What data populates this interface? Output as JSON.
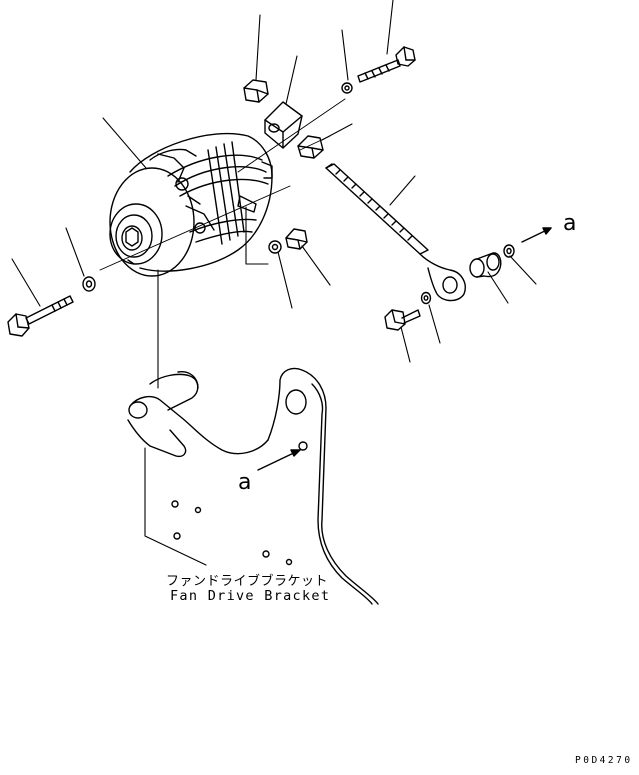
{
  "labels": {
    "bracket_jp": "ファンドライブブラケット",
    "bracket_en": "Fan Drive Bracket",
    "ref_right": "a",
    "ref_left": "a",
    "drawing_code": "P0D4270"
  },
  "colors": {
    "line": "#000000",
    "background": "#ffffff"
  }
}
